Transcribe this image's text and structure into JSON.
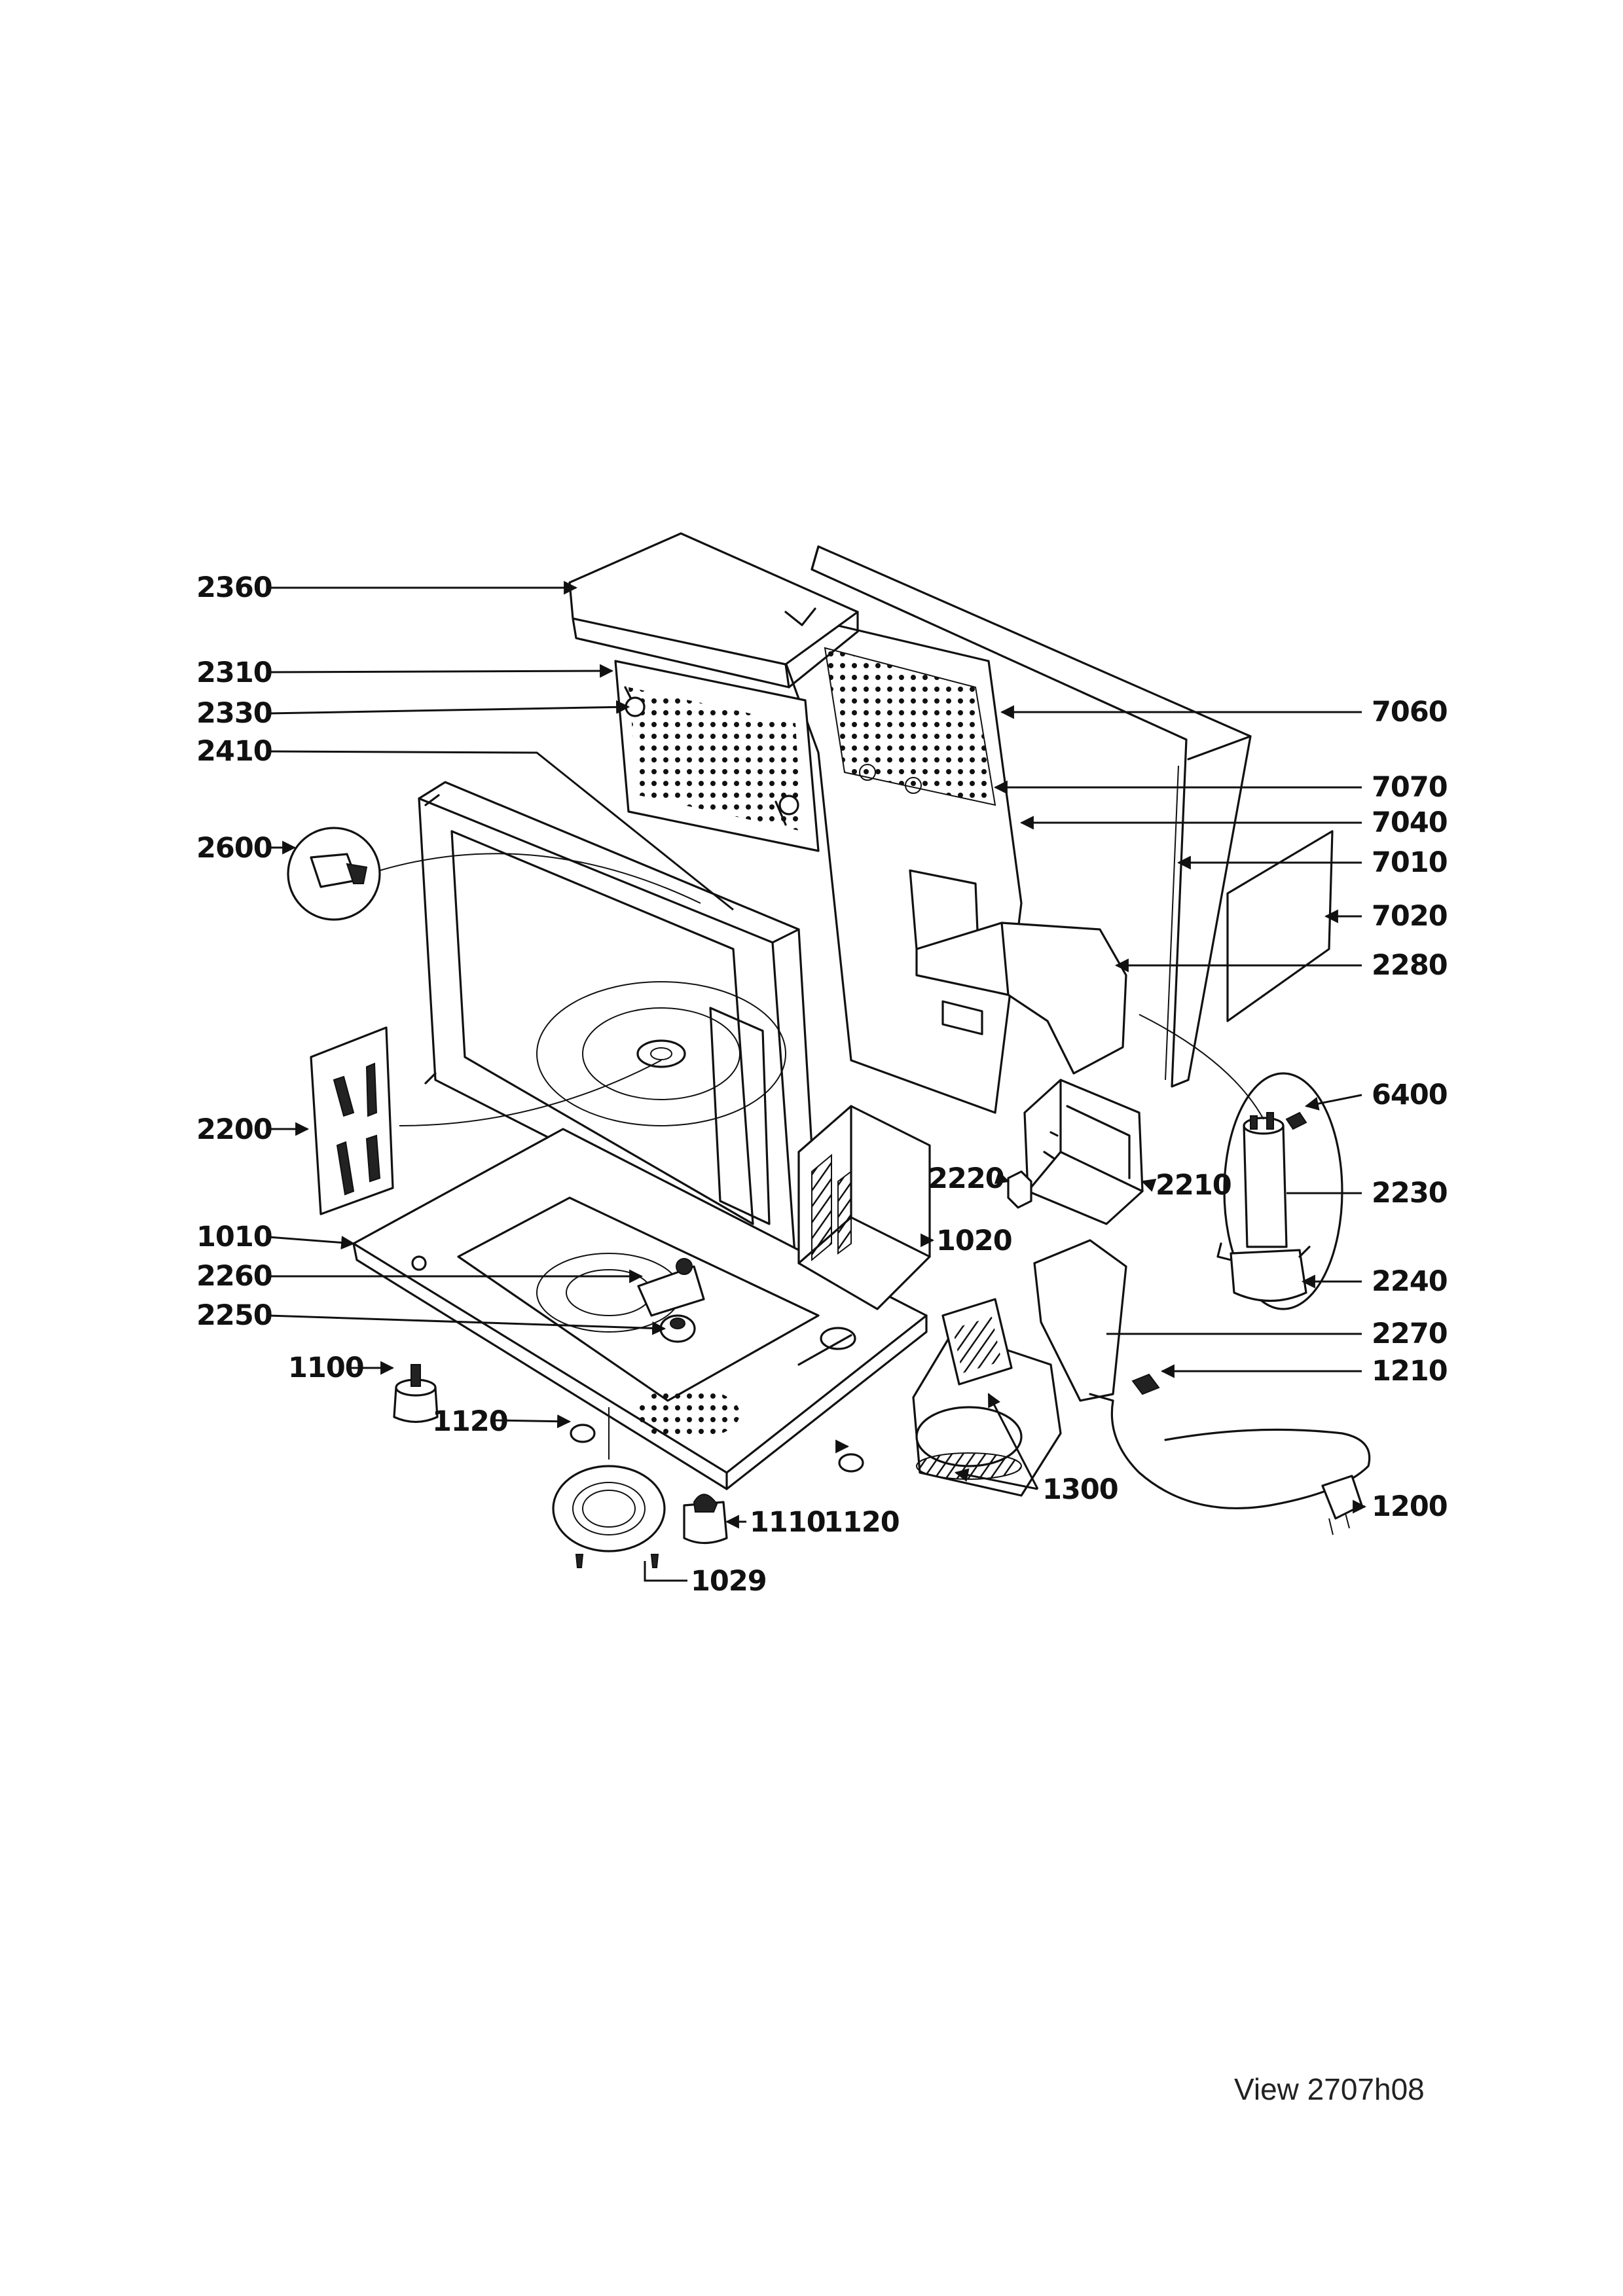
{
  "caption": "View 2707h08",
  "parts": {
    "p2360": "2360",
    "p2310": "2310",
    "p2330": "2330",
    "p2410": "2410",
    "p2600": "2600",
    "p2200": "2200",
    "p1010": "1010",
    "p2260": "2260",
    "p2250": "2250",
    "p1100": "1100",
    "p1120a": "1120",
    "p1120b": "1120",
    "p1110": "1110",
    "p1029": "1029",
    "p1300": "1300",
    "p1020": "1020",
    "p2220": "2220",
    "p2210": "2210",
    "p7060": "7060",
    "p7070": "7070",
    "p7040": "7040",
    "p7010": "7010",
    "p7020": "7020",
    "p2280": "2280",
    "p6400": "6400",
    "p2230": "2230",
    "p2240": "2240",
    "p2270": "2270",
    "p1210": "1210",
    "p1200": "1200"
  }
}
